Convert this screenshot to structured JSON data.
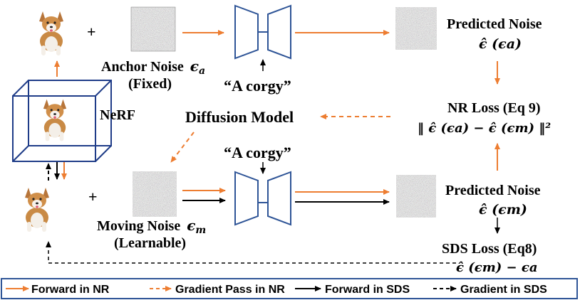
{
  "labels": {
    "plus_top": "+",
    "plus_bottom": "+",
    "anchor_noise": "Anchor Noise",
    "anchor_noise_symbol": "ϵ",
    "anchor_noise_sub": "a",
    "fixed": "(Fixed)",
    "prompt_top": "“A corgy”",
    "prompt_bottom": "“A corgy”",
    "predicted_noise_top": "Predicted Noise",
    "predicted_noise_top_expr": "ϵ̂ (ϵa)",
    "nr_loss": "NR Loss (Eq 9)",
    "nr_loss_expr": "‖ ϵ̂ (ϵa) − ϵ̂ (ϵm) ‖²",
    "nerf": "NeRF",
    "diffusion_model": "Diffusion Model",
    "moving_noise": "Moving Noise",
    "moving_noise_symbol": "ϵ",
    "moving_noise_sub": "m",
    "learnable": "(Learnable)",
    "predicted_noise_bottom": "Predicted  Noise",
    "predicted_noise_bottom_expr": "ϵ̂ (ϵm)",
    "sds_loss": "SDS Loss (Eq8)",
    "sds_loss_expr": "ϵ̂ (ϵm) − ϵa"
  },
  "legend": [
    {
      "text": "Forward in NR",
      "color": "#ED7D31",
      "dashed": false
    },
    {
      "text": "Gradient Pass in NR",
      "color": "#ED7D31",
      "dashed": true
    },
    {
      "text": "Forward in SDS",
      "color": "#000000",
      "dashed": false
    },
    {
      "text": "Gradient in SDS",
      "color": "#000000",
      "dashed": true
    }
  ],
  "colors": {
    "forward_nr": "#ED7D31",
    "forward_sds": "#000000",
    "unet": "#2F5597",
    "nerf_box": "#1F3C88",
    "legend_border": "#2F5597"
  },
  "icons": [
    "corgi-image",
    "noise-image",
    "unet-icon",
    "nerf-cube-icon"
  ]
}
